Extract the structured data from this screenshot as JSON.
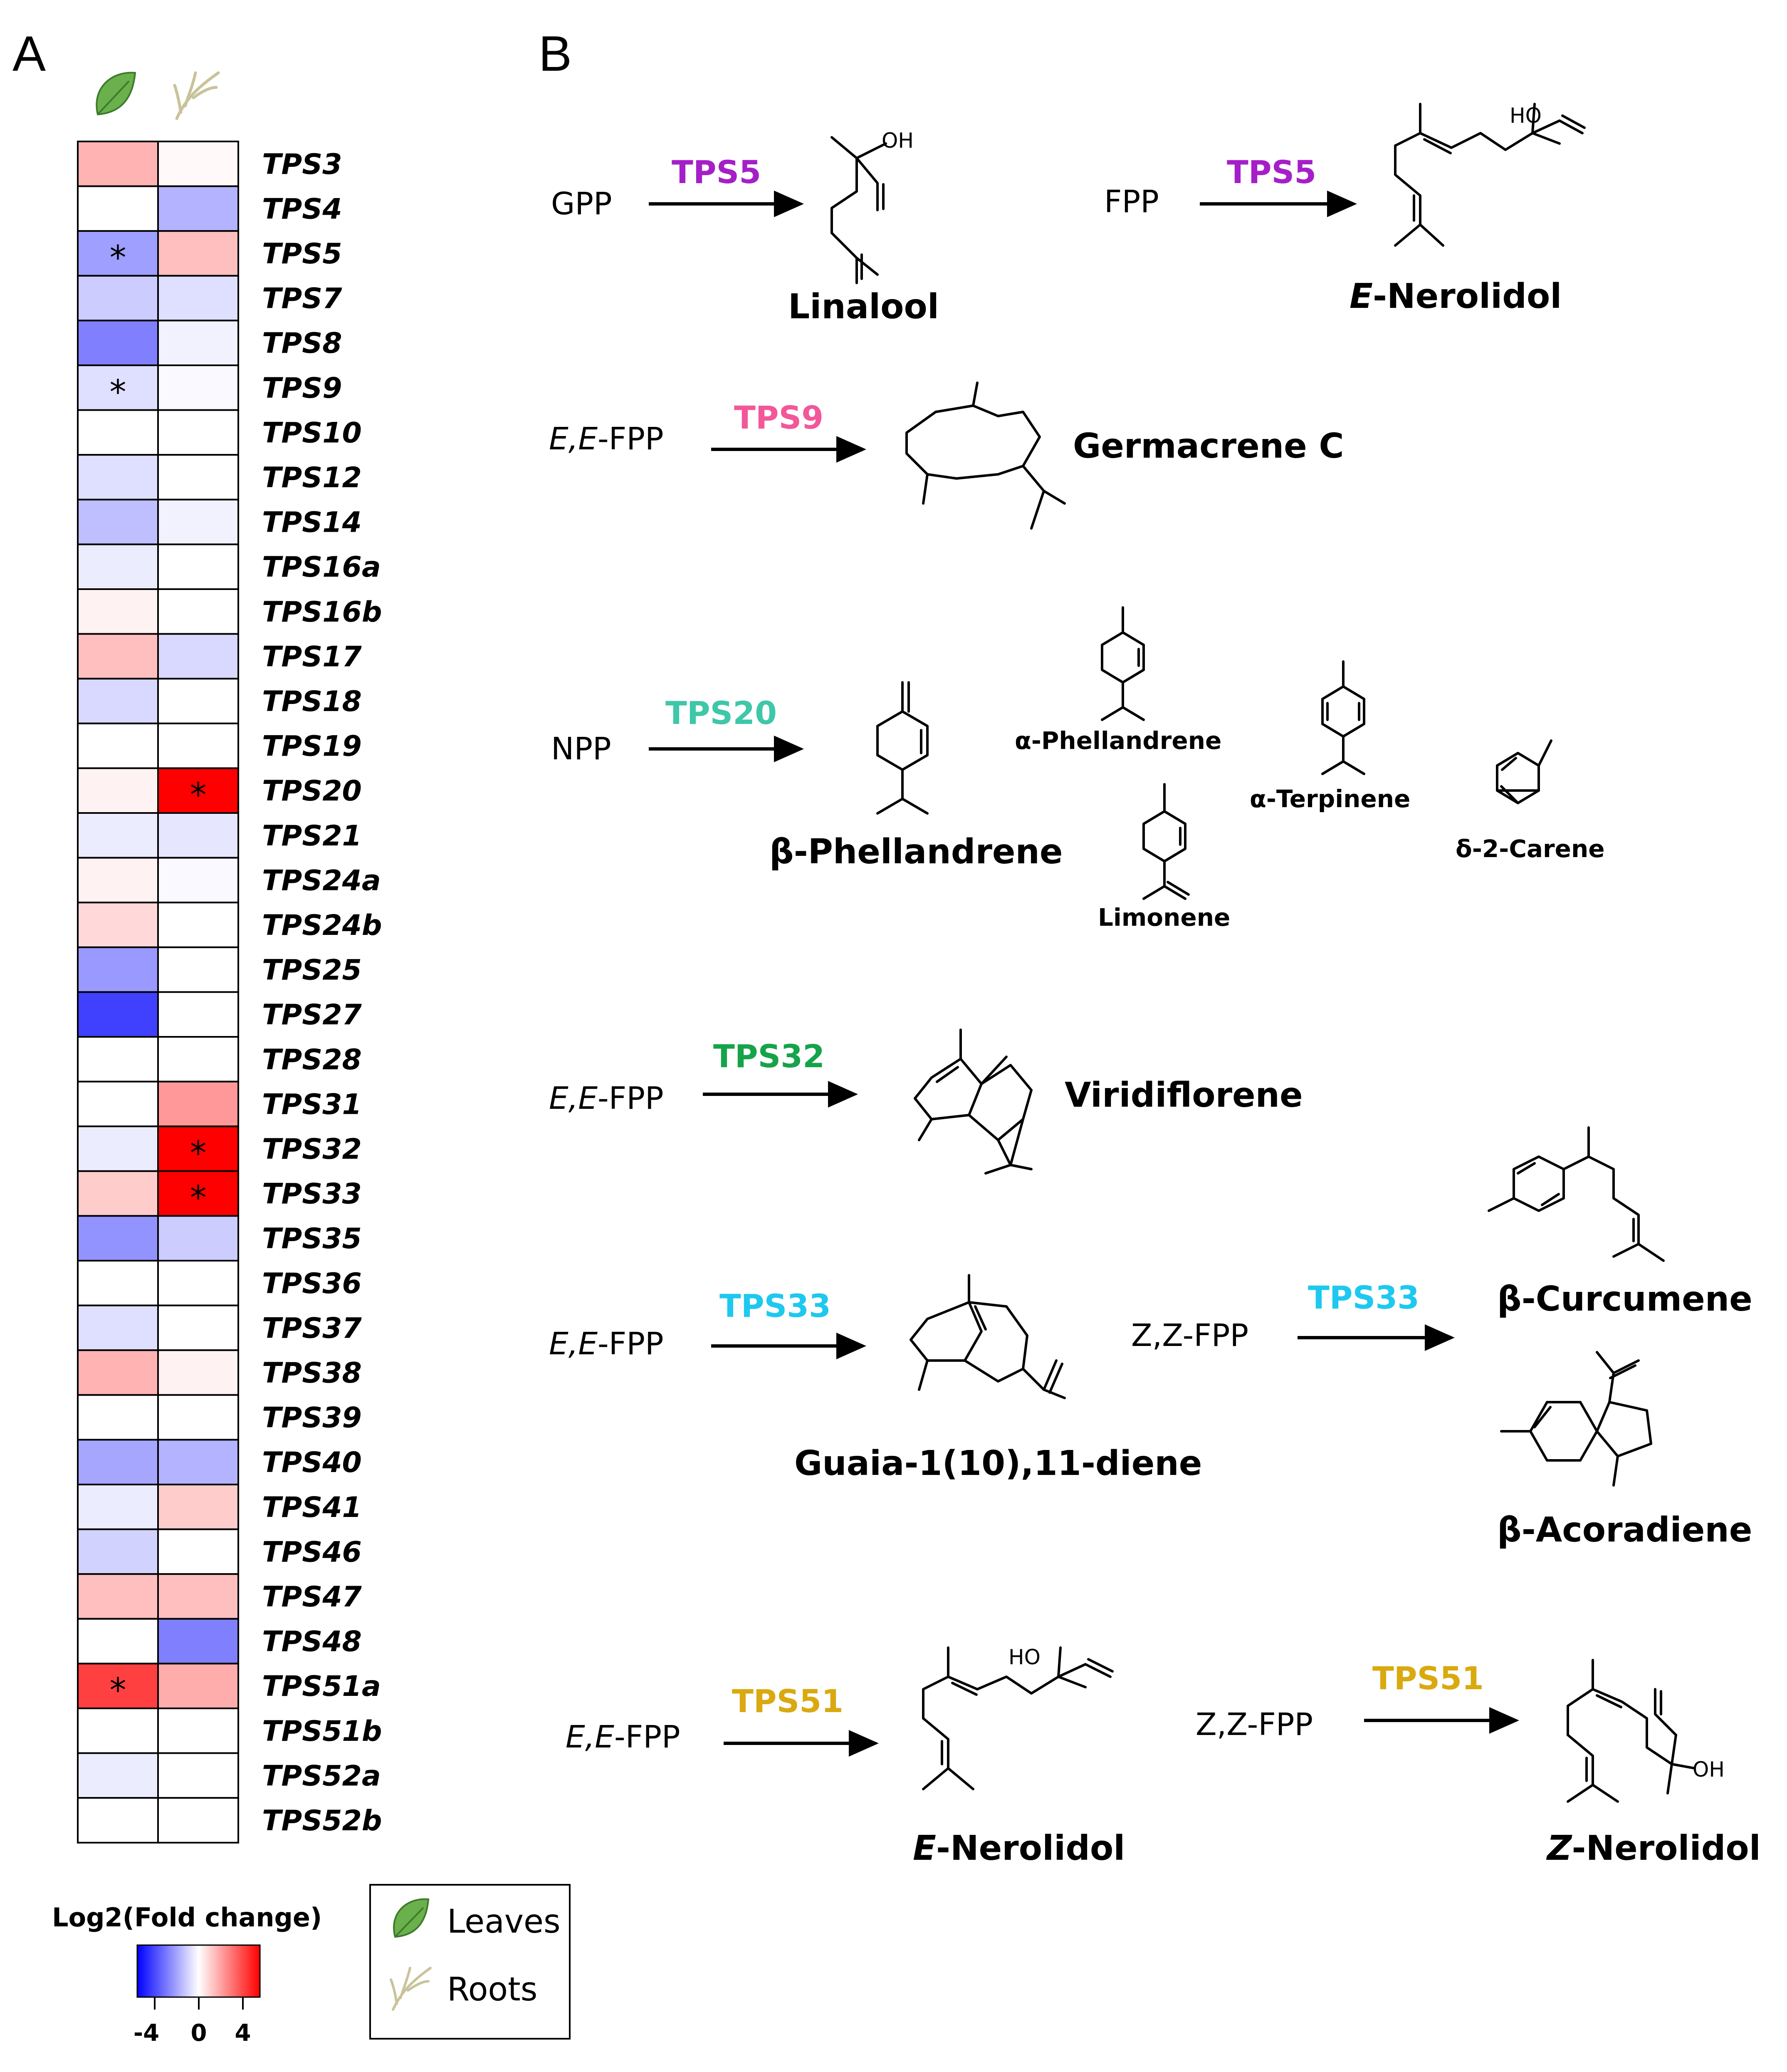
{
  "panels": {
    "a": "A",
    "b": "B"
  },
  "heatmap": {
    "genes": [
      {
        "name": "TPS3",
        "leaves": 1.2,
        "roots": 0.1,
        "leaves_sig": false,
        "roots_sig": false
      },
      {
        "name": "TPS4",
        "leaves": 0.0,
        "roots": -1.2,
        "leaves_sig": false,
        "roots_sig": false
      },
      {
        "name": "TPS5",
        "leaves": -1.5,
        "roots": 1.0,
        "leaves_sig": true,
        "roots_sig": false
      },
      {
        "name": "TPS7",
        "leaves": -0.8,
        "roots": -0.5,
        "leaves_sig": false,
        "roots_sig": false
      },
      {
        "name": "TPS8",
        "leaves": -2.0,
        "roots": -0.2,
        "leaves_sig": false,
        "roots_sig": false
      },
      {
        "name": "TPS9",
        "leaves": -0.5,
        "roots": -0.1,
        "leaves_sig": true,
        "roots_sig": false
      },
      {
        "name": "TPS10",
        "leaves": 0.0,
        "roots": 0.0,
        "leaves_sig": false,
        "roots_sig": false
      },
      {
        "name": "TPS12",
        "leaves": -0.5,
        "roots": 0.0,
        "leaves_sig": false,
        "roots_sig": false
      },
      {
        "name": "TPS14",
        "leaves": -1.0,
        "roots": -0.2,
        "leaves_sig": false,
        "roots_sig": false
      },
      {
        "name": "TPS16a",
        "leaves": -0.3,
        "roots": 0.0,
        "leaves_sig": false,
        "roots_sig": false
      },
      {
        "name": "TPS16b",
        "leaves": 0.2,
        "roots": 0.0,
        "leaves_sig": false,
        "roots_sig": false
      },
      {
        "name": "TPS17",
        "leaves": 1.0,
        "roots": -0.6,
        "leaves_sig": false,
        "roots_sig": false
      },
      {
        "name": "TPS18",
        "leaves": -0.6,
        "roots": 0.0,
        "leaves_sig": false,
        "roots_sig": false
      },
      {
        "name": "TPS19",
        "leaves": 0.0,
        "roots": 0.0,
        "leaves_sig": false,
        "roots_sig": false
      },
      {
        "name": "TPS20",
        "leaves": 0.2,
        "roots": 4.0,
        "leaves_sig": false,
        "roots_sig": true
      },
      {
        "name": "TPS21",
        "leaves": -0.3,
        "roots": -0.4,
        "leaves_sig": false,
        "roots_sig": false
      },
      {
        "name": "TPS24a",
        "leaves": 0.2,
        "roots": -0.1,
        "leaves_sig": false,
        "roots_sig": false
      },
      {
        "name": "TPS24b",
        "leaves": 0.6,
        "roots": 0.0,
        "leaves_sig": false,
        "roots_sig": false
      },
      {
        "name": "TPS25",
        "leaves": -1.6,
        "roots": 0.0,
        "leaves_sig": false,
        "roots_sig": false
      },
      {
        "name": "TPS27",
        "leaves": -3.0,
        "roots": 0.0,
        "leaves_sig": false,
        "roots_sig": false
      },
      {
        "name": "TPS28",
        "leaves": 0.0,
        "roots": 0.0,
        "leaves_sig": false,
        "roots_sig": false
      },
      {
        "name": "TPS31",
        "leaves": 0.0,
        "roots": 1.6,
        "leaves_sig": false,
        "roots_sig": false
      },
      {
        "name": "TPS32",
        "leaves": -0.3,
        "roots": 4.2,
        "leaves_sig": false,
        "roots_sig": true
      },
      {
        "name": "TPS33",
        "leaves": 0.8,
        "roots": 4.5,
        "leaves_sig": false,
        "roots_sig": true
      },
      {
        "name": "TPS35",
        "leaves": -1.7,
        "roots": -0.8,
        "leaves_sig": false,
        "roots_sig": false
      },
      {
        "name": "TPS36",
        "leaves": 0.0,
        "roots": 0.0,
        "leaves_sig": false,
        "roots_sig": false
      },
      {
        "name": "TPS37",
        "leaves": -0.5,
        "roots": 0.0,
        "leaves_sig": false,
        "roots_sig": false
      },
      {
        "name": "TPS38",
        "leaves": 1.2,
        "roots": 0.2,
        "leaves_sig": false,
        "roots_sig": false
      },
      {
        "name": "TPS39",
        "leaves": 0.0,
        "roots": 0.0,
        "leaves_sig": false,
        "roots_sig": false
      },
      {
        "name": "TPS40",
        "leaves": -1.4,
        "roots": -1.2,
        "leaves_sig": false,
        "roots_sig": false
      },
      {
        "name": "TPS41",
        "leaves": -0.3,
        "roots": 0.8,
        "leaves_sig": false,
        "roots_sig": false
      },
      {
        "name": "TPS46",
        "leaves": -0.7,
        "roots": 0.0,
        "leaves_sig": false,
        "roots_sig": false
      },
      {
        "name": "TPS47",
        "leaves": 1.0,
        "roots": 1.0,
        "leaves_sig": false,
        "roots_sig": false
      },
      {
        "name": "TPS48",
        "leaves": 0.0,
        "roots": -2.0,
        "leaves_sig": false,
        "roots_sig": false
      },
      {
        "name": "TPS51a",
        "leaves": 3.0,
        "roots": 1.3,
        "leaves_sig": true,
        "roots_sig": false
      },
      {
        "name": "TPS51b",
        "leaves": 0.0,
        "roots": 0.0,
        "leaves_sig": false,
        "roots_sig": false
      },
      {
        "name": "TPS52a",
        "leaves": -0.3,
        "roots": 0.0,
        "leaves_sig": false,
        "roots_sig": false
      },
      {
        "name": "TPS52b",
        "leaves": 0.0,
        "roots": 0.0,
        "leaves_sig": false,
        "roots_sig": false
      }
    ],
    "significance_mark": "*",
    "color_scale": {
      "min": -4,
      "max": 4,
      "low": "#0000ff",
      "mid": "#ffffff",
      "high": "#ff0000"
    }
  },
  "legend": {
    "scale_title": "Log2(Fold change)",
    "ticks": [
      "-4",
      "0",
      "4"
    ],
    "tissues": [
      {
        "label": "Leaves",
        "icon": "leaf-icon",
        "color": "#6ab04c"
      },
      {
        "label": "Roots",
        "icon": "root-icon",
        "color": "#d8d4a8"
      }
    ]
  },
  "enzyme_colors": {
    "TPS5": "#a51fc8",
    "TPS9": "#f2579a",
    "TPS20": "#3ec7a8",
    "TPS32": "#16a34a",
    "TPS33": "#1ec8ef",
    "TPS51": "#d9a90f"
  },
  "reactions": {
    "r1": {
      "substrate": "GPP",
      "enzyme": "TPS5",
      "product": "Linalool"
    },
    "r2": {
      "substrate": "FPP",
      "enzyme": "TPS5",
      "product_prefix": "E",
      "product_rest": "-Nerolidol"
    },
    "r3": {
      "substrate_italic": "E,E",
      "substrate_rest": "-FPP",
      "enzyme": "TPS9",
      "product": "Germacrene C"
    },
    "r4": {
      "substrate": "NPP",
      "enzyme": "TPS20",
      "product": "β-Phellandrene",
      "minor": [
        "α-Phellandrene",
        "α-Terpinene",
        "δ-2-Carene",
        "Limonene"
      ]
    },
    "r5": {
      "substrate_italic": "E,E",
      "substrate_rest": "-FPP",
      "enzyme": "TPS32",
      "product": "Viridiflorene"
    },
    "r6": {
      "substrate_italic": "E,E",
      "substrate_rest": "-FPP",
      "enzyme": "TPS33",
      "product": "Guaia-1(10),11-diene"
    },
    "r7": {
      "substrate": "Z,Z-FPP",
      "enzyme": "TPS33",
      "products": [
        "β-Curcumene",
        "β-Acoradiene"
      ]
    },
    "r8": {
      "substrate_italic": "E,E",
      "substrate_rest": "-FPP",
      "enzyme": "TPS51",
      "product_prefix": "E",
      "product_rest": "-Nerolidol"
    },
    "r9": {
      "substrate": "Z,Z-FPP",
      "enzyme": "TPS51",
      "product_prefix": "Z",
      "product_rest": "-Nerolidol"
    }
  },
  "atoms": {
    "oh": "OH",
    "ho": "HO"
  }
}
